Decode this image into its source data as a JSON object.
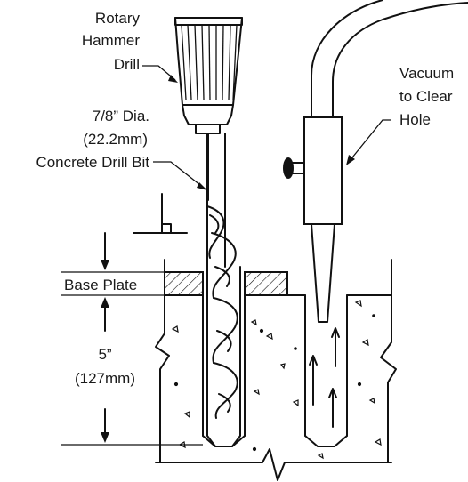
{
  "labels": {
    "drill_line1": "Rotary",
    "drill_line2": "Hammer",
    "drill_line3": "Drill",
    "bit_line1": "7/8” Dia.",
    "bit_line2": "(22.2mm)",
    "bit_line3": "Concrete Drill Bit",
    "vacuum_line1": "Vacuum",
    "vacuum_line2": "to Clear",
    "vacuum_line3": "Hole",
    "base_plate": "Base Plate",
    "depth_line1": "5”",
    "depth_line2": "(127mm)"
  },
  "colors": {
    "ink": "#111111",
    "background": "#ffffff"
  }
}
